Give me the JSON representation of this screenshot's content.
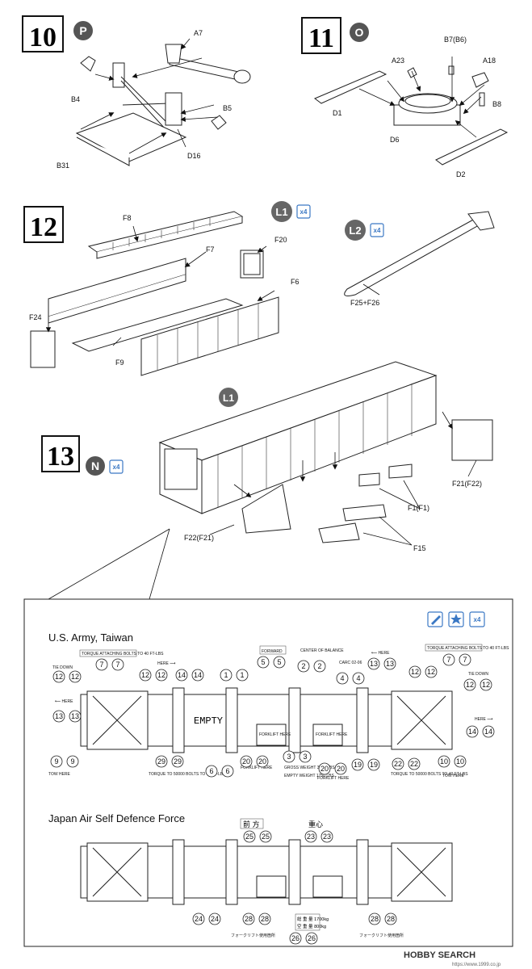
{
  "steps": {
    "s10": {
      "number": "10",
      "letter": "P"
    },
    "s11": {
      "number": "11",
      "letter": "O"
    },
    "s12": {
      "number": "12"
    },
    "s13": {
      "number": "13",
      "letter": "N",
      "mult": "x4"
    }
  },
  "step10_parts": {
    "a7": "A7",
    "b4": "B4",
    "b5": "B5",
    "d16": "D16",
    "b31": "B31"
  },
  "step11_parts": {
    "a23": "A23",
    "b7": "B7(B6)",
    "a18": "A18",
    "d1": "D1",
    "b8": "B8",
    "d6": "D6",
    "d2": "D2"
  },
  "step12_parts": {
    "f8": "F8",
    "f7": "F7",
    "f20": "F20",
    "f6": "F6",
    "f24": "F24",
    "f9": "F9",
    "f25": "F25+F26"
  },
  "step12_badges": {
    "l1": "L1",
    "l1_mult": "x4",
    "l2": "L2",
    "l2_mult": "x4"
  },
  "step13_parts": {
    "l1": "L1",
    "f21": "F21(F22)",
    "f1": "F1(F1)",
    "f22": "F22(F21)",
    "f15": "F15"
  },
  "decal": {
    "mult": "x4",
    "us_title": "U.S. Army, Taiwan",
    "jp_title": "Japan Air Self Defence Force",
    "us_texts": {
      "torque": "TORQUE ATTACHING BOLTS TO 40 FT-LBS",
      "tie_down": "TIE DOWN",
      "here_r": "HERE ⟶",
      "here_l": "⟵ HERE",
      "forward": "FORWARD",
      "center": "CENTER OF BALANCE",
      "carc": "CARC 02-06",
      "empty": "EMPTY",
      "forklift": "FORKLIFT HERE",
      "gross": "GROSS WEIGHT 3750 LBS",
      "empty_w": "EMPTY WEIGHT 1750 LBS",
      "tow": "TOW HERE",
      "torque_tie": "TORQUE TO 50000 BOLTS TO 40 FT-LBS"
    },
    "jp_texts": {
      "forward": "前 方",
      "center": "重心",
      "forklift": "フォークリフト使用箇所",
      "gross": "総 重 量 1700kg",
      "empty_w": "空 重 量 800kg"
    }
  },
  "watermark": {
    "brand": "HOBBY SEARCH",
    "url": "https://www.1999.co.jp"
  }
}
